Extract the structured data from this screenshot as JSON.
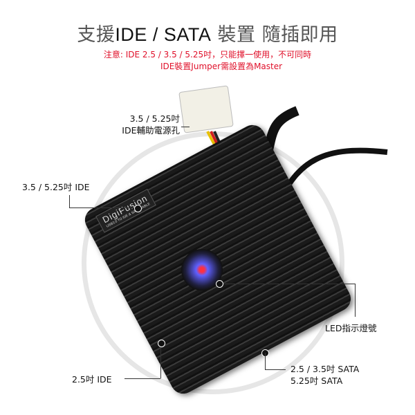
{
  "title": {
    "part1": "支援",
    "part2": "IDE / SATA",
    "part3": " 裝置  隨插即用"
  },
  "notes": [
    "注意:  IDE 2.5 / 3.5 / 5.25吋，只能擇一使用，不可同時",
    "IDE裝置Jumper需設置為Master"
  ],
  "device": {
    "brand": "DigiFusion",
    "subtitle": "USB3.0 TO IDE & SATA CABLE"
  },
  "labels": {
    "power": [
      "3.5 / 5.25吋",
      "IDE輔助電源孔"
    ],
    "ide35": "3.5 / 5.25吋 IDE",
    "led": "LED指示燈號",
    "ide25": "2.5吋 IDE",
    "sata": [
      "2.5 / 3.5吋 SATA",
      "5.25吋 SATA"
    ]
  },
  "colors": {
    "note": "#e0102a",
    "device": "#1a1a1a"
  }
}
